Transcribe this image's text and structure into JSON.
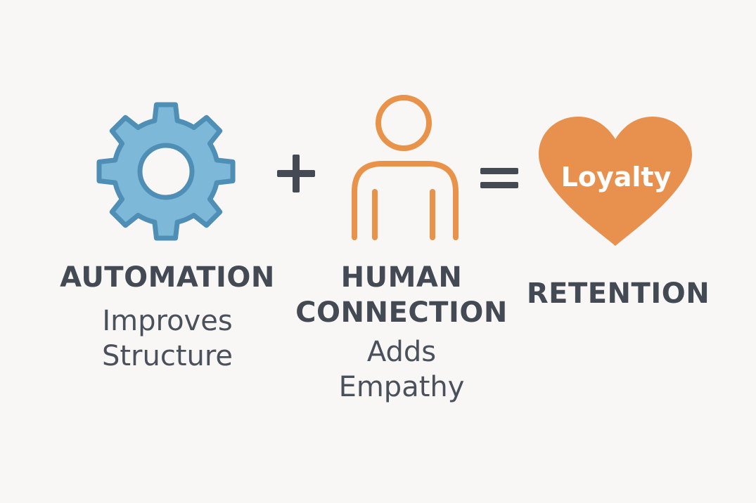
{
  "colors": {
    "background": "#f8f7f5",
    "gear_fill": "#7db8d8",
    "gear_stroke": "#4f8fb6",
    "person_stroke": "#e8924a",
    "heart_fill": "#e8914f",
    "text_dark": "#434a54",
    "heart_text": "#ffffff"
  },
  "icons": {
    "automation": "gear-icon",
    "human": "person-icon",
    "retention": "heart-icon",
    "plus": "plus-sign",
    "equals": "equals-sign"
  },
  "automation": {
    "title": "AUTOMATION",
    "subtitle_line1": "Improves",
    "subtitle_line2": "Structure"
  },
  "human_connection": {
    "title_line1": "HUMAN",
    "title_line2": "CONNECTION",
    "subtitle_line1": "Adds",
    "subtitle_line2": "Empathy"
  },
  "retention": {
    "title": "RETENTION",
    "heart_label": "Loyalty"
  }
}
